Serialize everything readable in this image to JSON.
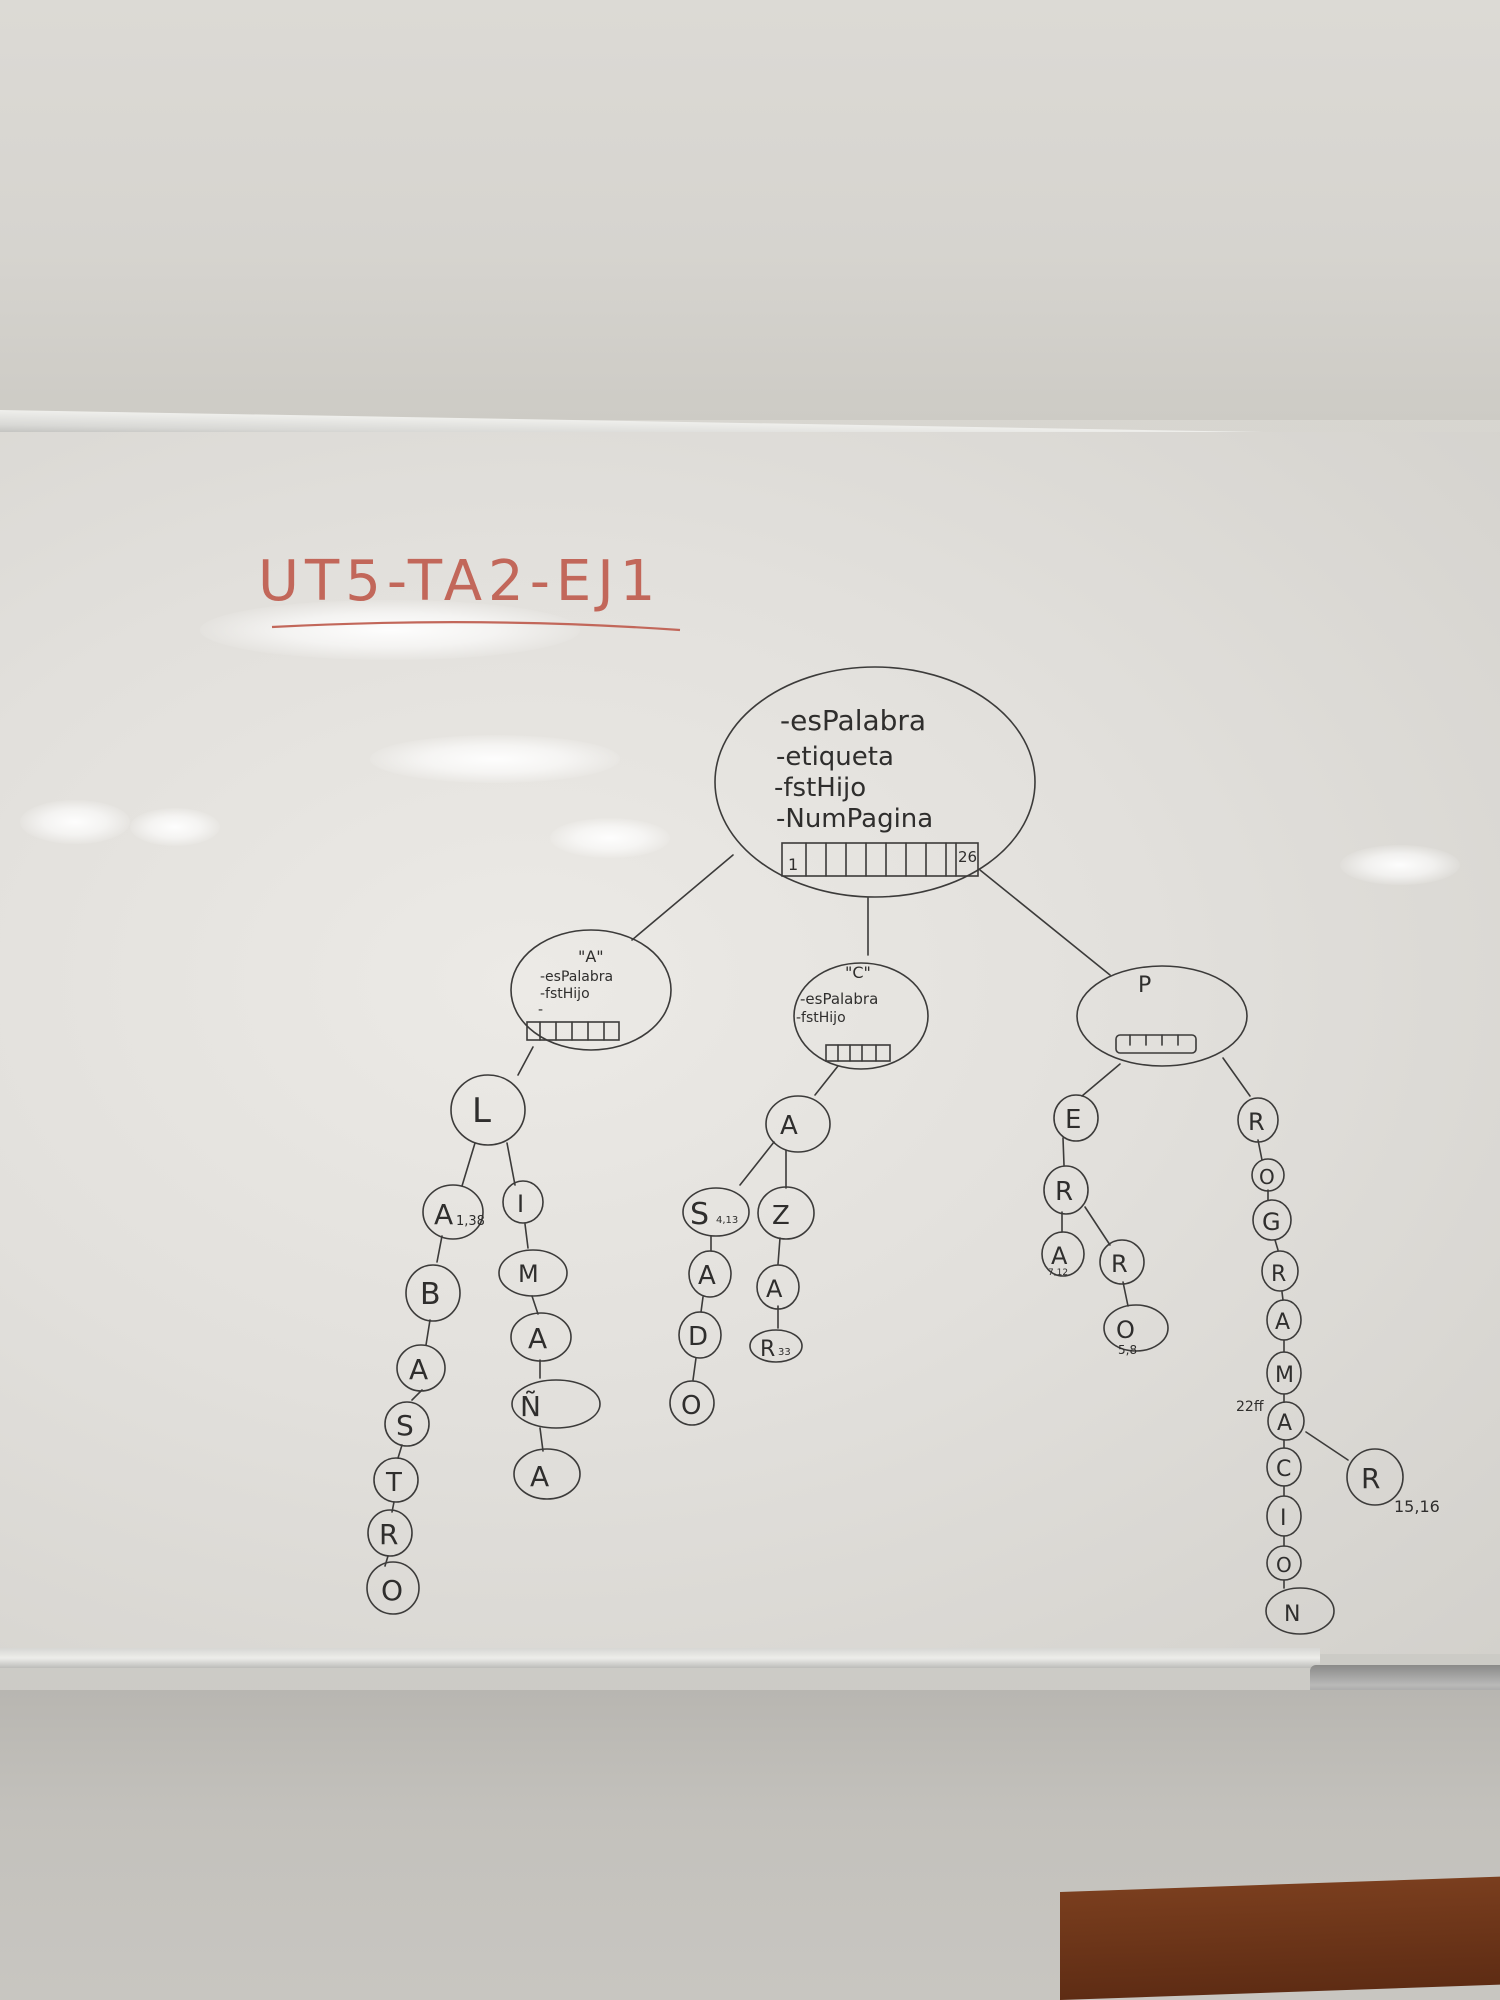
{
  "title": "UT5-TA2-EJ1",
  "root": {
    "attributes": [
      "-esPalabra",
      "-etiqueta",
      "-fstHijo",
      "-NumPagina"
    ],
    "array_first": "1",
    "array_last": "26"
  },
  "children": [
    {
      "label": "\"A\"",
      "attributes": [
        "-esPalabra",
        "-fstHijo",
        "-"
      ]
    },
    {
      "label": "\"C\"",
      "attributes": [
        "-esPalabra",
        "-fstHijo"
      ]
    },
    {
      "label": "P",
      "attributes": []
    }
  ],
  "letters": {
    "L": "L",
    "A1": "A",
    "A1_pages": "1,38",
    "B": "B",
    "A2": "A",
    "S1": "S",
    "T1": "T",
    "R1": "R",
    "O1": "O",
    "I1": "I",
    "M1": "M",
    "A3": "A",
    "N1": "Ñ",
    "A4": "A",
    "A5": "A",
    "S2": "S",
    "S2_pages": "4,13",
    "A6": "A",
    "D1": "D",
    "O2": "O",
    "Z1": "Z",
    "A7": "A",
    "R2": "R",
    "R2_pages": "33",
    "E1": "E",
    "R3": "R",
    "A8": "A",
    "A8_pages": "7,12",
    "R4": "R",
    "O3": "O",
    "O3_pages": "5,8",
    "R5": "R",
    "O4": "O",
    "G1": "G",
    "R6": "R",
    "A9": "A",
    "M2": "M",
    "A10": "A",
    "A10_pages": "22ff",
    "C1": "C",
    "I2": "I",
    "O5": "O",
    "N2": "N",
    "R7": "R",
    "R7_pages": "15,16"
  }
}
